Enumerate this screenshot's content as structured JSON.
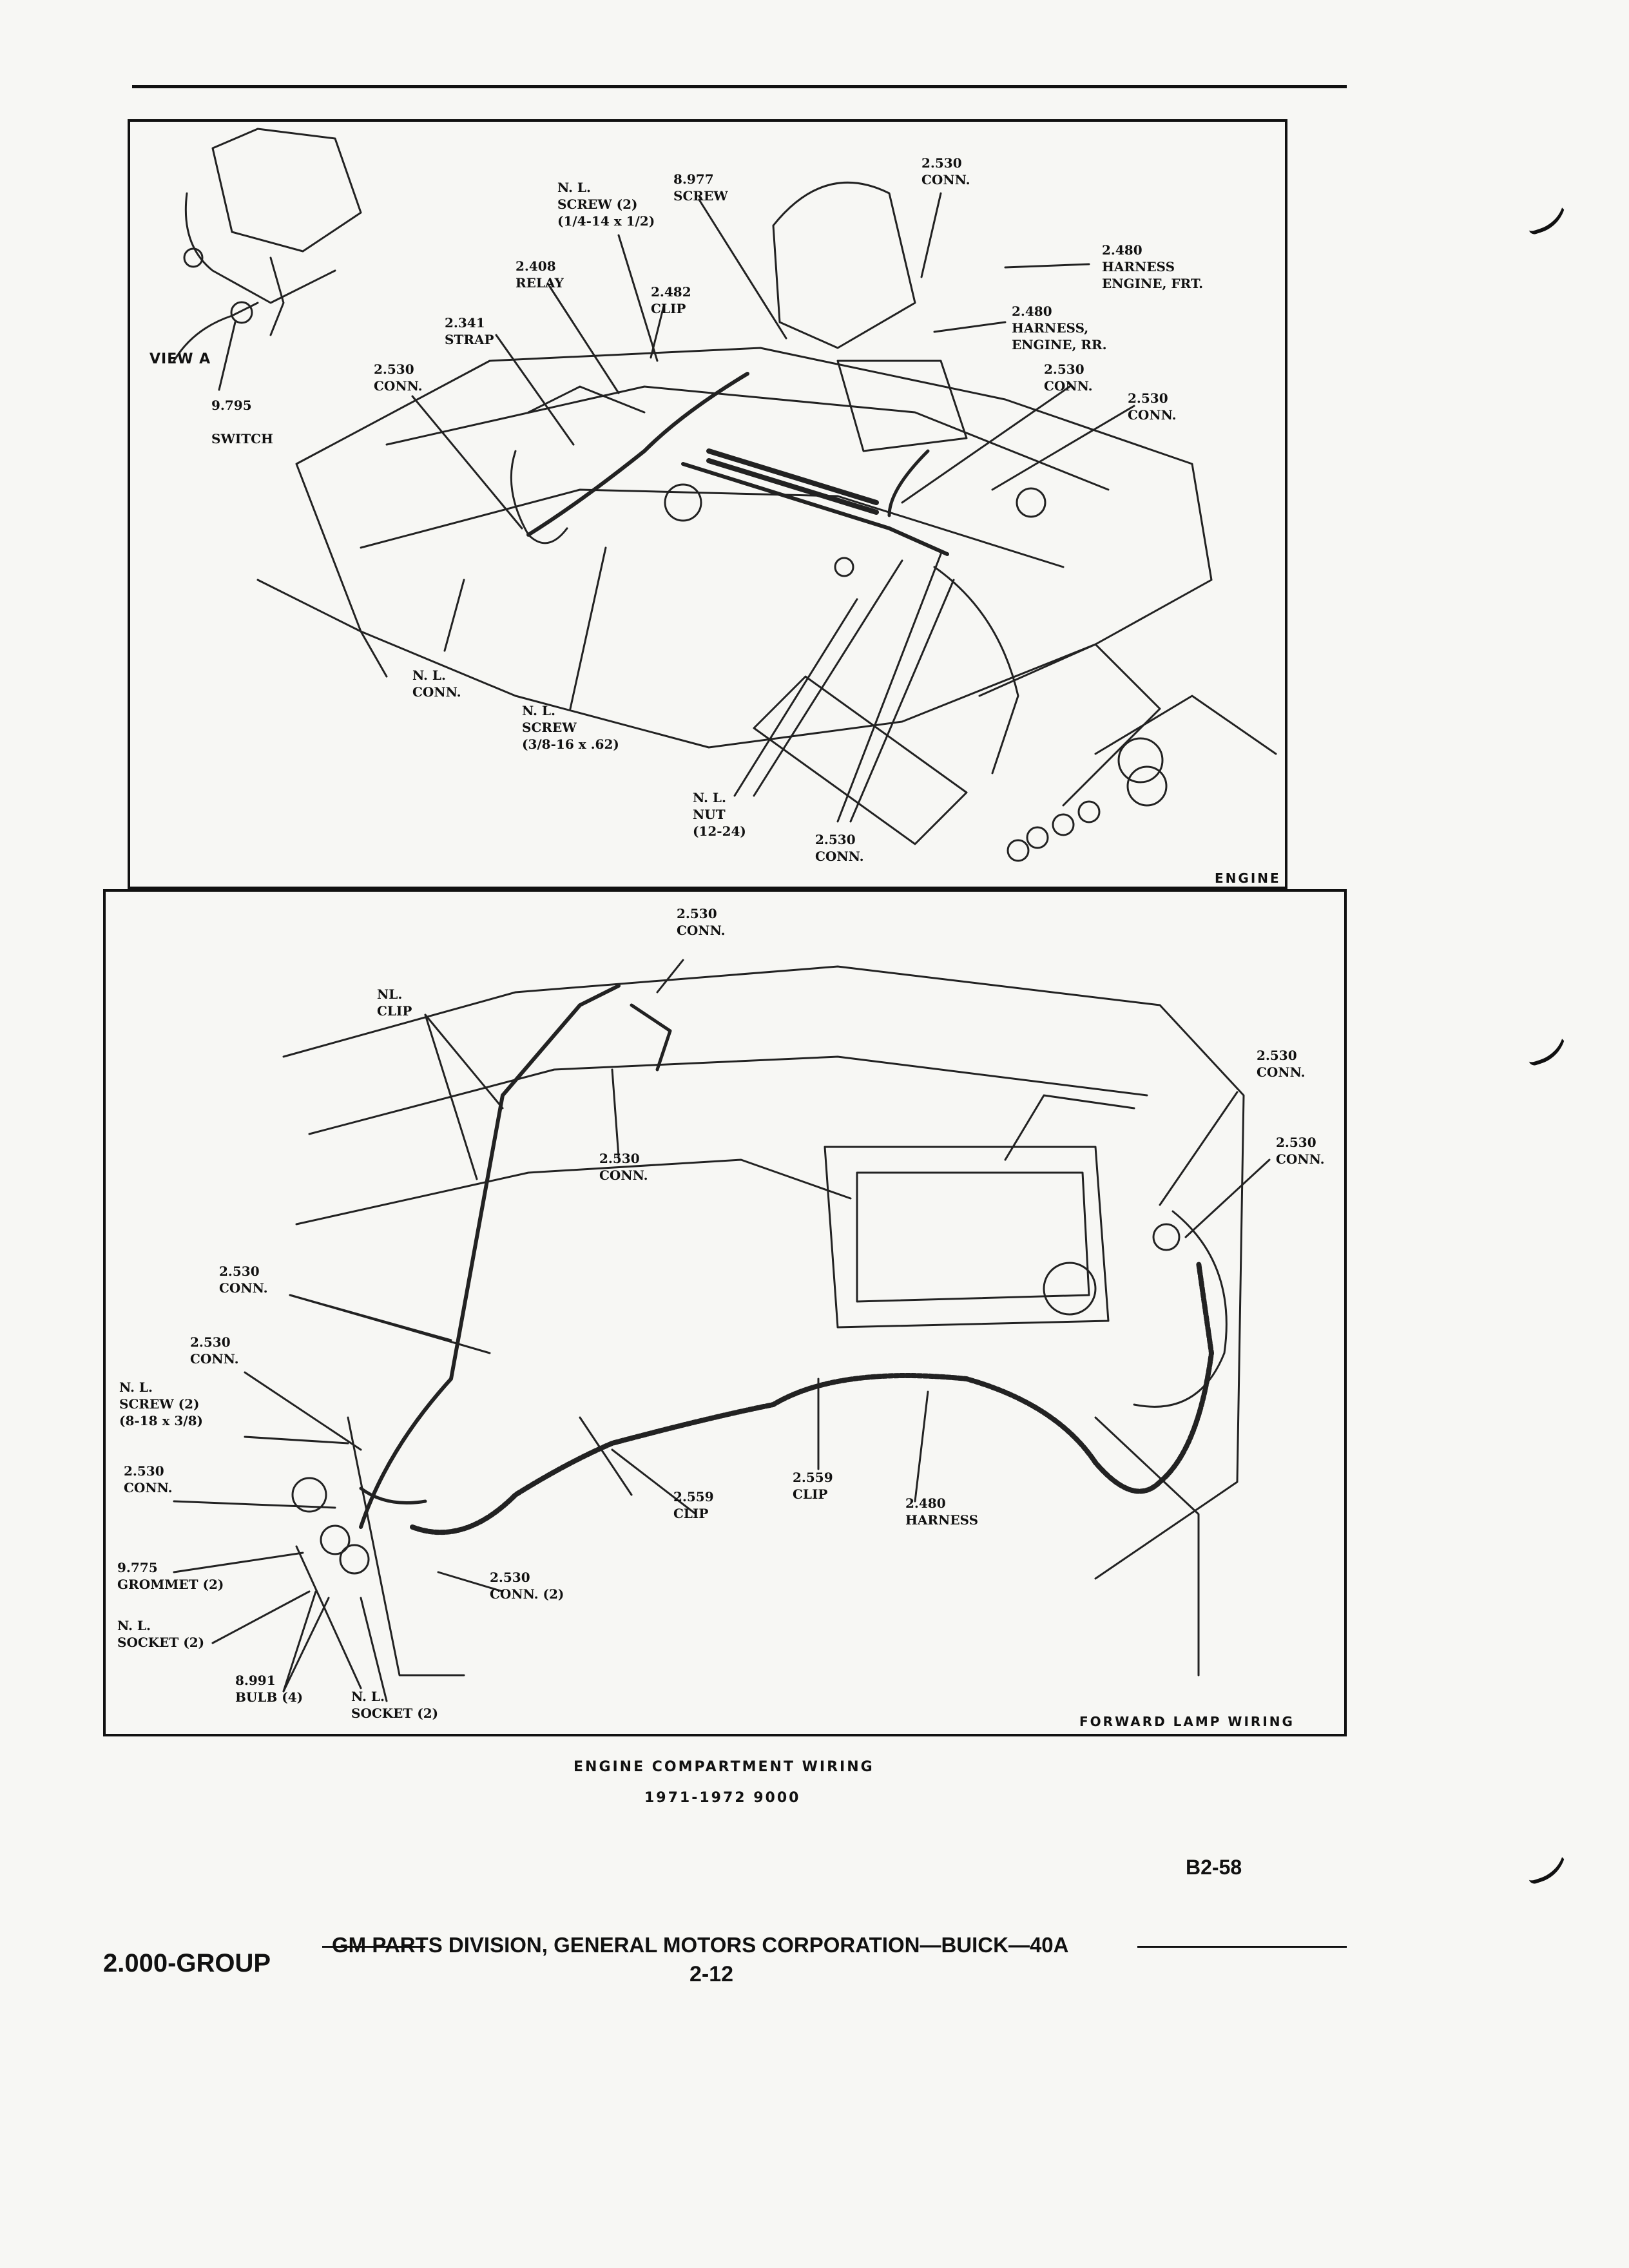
{
  "top_panel": {
    "caption": "ENGINE",
    "view_label": "VIEW A",
    "labels": [
      {
        "id": "nl-screw-2",
        "text": "N. L.\nSCREW (2)\n(1/4-14 x 1/2)"
      },
      {
        "id": "screw-8977",
        "text": "8.977\nSCREW"
      },
      {
        "id": "conn-2530-a",
        "text": "2.530\nCONN."
      },
      {
        "id": "relay-2408",
        "text": "2.408\nRELAY"
      },
      {
        "id": "clip-2482",
        "text": "2.482\nCLIP"
      },
      {
        "id": "harness-frt",
        "text": "2.480\nHARNESS\nENGINE, FRT."
      },
      {
        "id": "harness-rr",
        "text": "2.480\nHARNESS,\nENGINE, RR."
      },
      {
        "id": "strap-2341",
        "text": "2.341\nSTRAP"
      },
      {
        "id": "conn-2530-b",
        "text": "2.530\nCONN."
      },
      {
        "id": "conn-2530-c",
        "text": "2.530\nCONN."
      },
      {
        "id": "conn-2530-d",
        "text": "2.530\nCONN."
      },
      {
        "id": "switch-9795",
        "text": "9.795\n\nSWITCH"
      },
      {
        "id": "nl-conn",
        "text": "N. L.\nCONN."
      },
      {
        "id": "nl-screw-38",
        "text": "N. L.\nSCREW\n(3/8-16 x .62)"
      },
      {
        "id": "nl-nut",
        "text": "N. L.\nNUT\n(12-24)"
      },
      {
        "id": "conn-2530-e",
        "text": "2.530\nCONN."
      }
    ]
  },
  "bottom_panel": {
    "caption": "FORWARD LAMP WIRING",
    "labels": [
      {
        "id": "b-conn-top",
        "text": "2.530\nCONN."
      },
      {
        "id": "b-nl-clip",
        "text": "NL.\nCLIP"
      },
      {
        "id": "b-conn-mid",
        "text": "2.530\nCONN."
      },
      {
        "id": "b-conn-r1",
        "text": "2.530\nCONN."
      },
      {
        "id": "b-conn-r2",
        "text": "2.530\nCONN."
      },
      {
        "id": "b-conn-l1",
        "text": "2.530\nCONN."
      },
      {
        "id": "b-conn-l2",
        "text": "2.530\nCONN."
      },
      {
        "id": "b-nl-screw",
        "text": "N. L.\nSCREW (2)\n(8-18 x 3/8)"
      },
      {
        "id": "b-conn-l3",
        "text": "2.530\nCONN."
      },
      {
        "id": "b-grommet",
        "text": "9.775\nGROMMET (2)"
      },
      {
        "id": "b-nl-socket-l",
        "text": "N. L.\nSOCKET (2)"
      },
      {
        "id": "b-bulb",
        "text": "8.991\nBULB (4)"
      },
      {
        "id": "b-nl-socket-r",
        "text": "N. L.\nSOCKET (2)"
      },
      {
        "id": "b-conn-2",
        "text": "2.530\nCONN. (2)"
      },
      {
        "id": "b-clip-a",
        "text": "2.559\nCLIP"
      },
      {
        "id": "b-clip-b",
        "text": "2.559\nCLIP"
      },
      {
        "id": "b-harness",
        "text": "2.480\nHARNESS"
      }
    ]
  },
  "figure_title": "ENGINE COMPARTMENT WIRING",
  "figure_subtitle": "1971-1972 9000",
  "figure_code": "B2-58",
  "footer": {
    "group": "2.000-GROUP",
    "publisher": "GM PARTS DIVISION, GENERAL MOTORS CORPORATION—BUICK—40A",
    "page": "2-12"
  }
}
